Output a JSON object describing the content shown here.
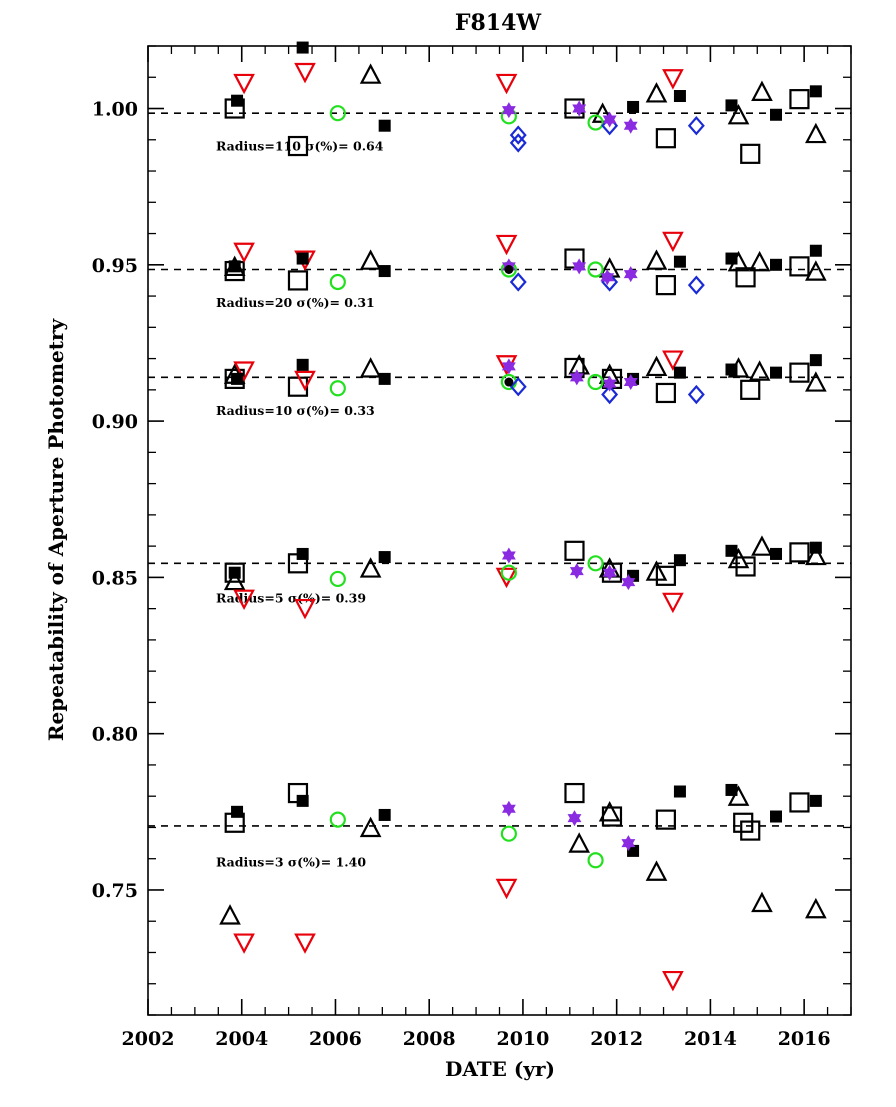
{
  "chart_data": {
    "type": "scatter",
    "title": "F814W",
    "xlabel": "DATE (yr)",
    "ylabel": "Repeatability of Aperture Photometry",
    "xlim": [
      2002,
      2017
    ],
    "ylim": [
      0.71,
      1.02
    ],
    "x_ticks": [
      2002,
      2004,
      2006,
      2008,
      2010,
      2012,
      2014,
      2016
    ],
    "x_tick_labels": [
      "2002",
      "2004",
      "2006",
      "2008",
      "2010",
      "2012",
      "2014",
      "2016"
    ],
    "y_ticks": [
      0.75,
      0.8,
      0.85,
      0.9,
      0.95,
      1.0
    ],
    "y_tick_labels": [
      "0.75",
      "0.80",
      "0.85",
      "0.90",
      "0.95",
      "1.00"
    ],
    "grid": false,
    "marker_colors": {
      "filled_square": "#000000",
      "open_square": "#000000",
      "open_triangle": "#000000",
      "down_triangle": "#e8000b",
      "circle": "#22e01e",
      "star": "#8a2be2",
      "diamond": "#1a2bd6",
      "filled_circle": "#000000"
    },
    "reference_lines": [
      {
        "y": 0.9985,
        "annotation": "Radius=110 σ(%)= 0.64",
        "label_x": 2003.45,
        "label_y": 0.9865
      },
      {
        "y": 0.9485,
        "annotation": "Radius=20 σ(%)= 0.31",
        "label_x": 2003.45,
        "label_y": 0.9365
      },
      {
        "y": 0.914,
        "annotation": "Radius=10 σ(%)= 0.33",
        "label_x": 2003.45,
        "label_y": 0.902
      },
      {
        "y": 0.8545,
        "annotation": "Radius=5 σ(%)= 0.39",
        "label_x": 2003.45,
        "label_y": 0.842
      },
      {
        "y": 0.7705,
        "annotation": "Radius=3 σ(%)= 1.40",
        "label_x": 2003.45,
        "label_y": 0.7575
      }
    ],
    "series": [
      {
        "marker": "filled_square",
        "x": [
          2003.9,
          2005.3,
          2007.05,
          2012.35,
          2013.35,
          2014.45,
          2015.4,
          2016.25,
          2003.85,
          2005.3,
          2007.05,
          2013.35,
          2014.45,
          2015.4,
          2016.25,
          2003.9,
          2005.3,
          2007.05,
          2012.35,
          2013.35,
          2014.45,
          2015.4,
          2016.25,
          2003.85,
          2005.3,
          2007.05,
          2012.35,
          2013.35,
          2014.45,
          2015.4,
          2016.25,
          2003.9,
          2005.3,
          2007.05,
          2012.35,
          2013.35,
          2014.45,
          2015.4,
          2016.25
        ],
        "y": [
          1.0025,
          1.0195,
          0.9945,
          1.0005,
          1.004,
          1.001,
          0.998,
          1.0055,
          0.9495,
          0.952,
          0.948,
          0.951,
          0.952,
          0.95,
          0.9545,
          0.9135,
          0.918,
          0.9135,
          0.9135,
          0.9155,
          0.9165,
          0.9155,
          0.9195,
          0.8515,
          0.8575,
          0.8565,
          0.8505,
          0.8555,
          0.8585,
          0.8575,
          0.8595,
          0.775,
          0.7785,
          0.774,
          0.7625,
          0.7815,
          0.782,
          0.7735,
          0.7785
        ]
      },
      {
        "marker": "open_square",
        "x": [
          2003.85,
          2005.2,
          2011.1,
          2013.05,
          2014.85,
          2015.9,
          2003.85,
          2005.2,
          2011.1,
          2013.05,
          2014.75,
          2015.9,
          2003.85,
          2005.2,
          2011.1,
          2011.9,
          2013.05,
          2014.85,
          2015.9,
          2003.85,
          2005.2,
          2011.1,
          2011.9,
          2013.05,
          2014.75,
          2015.9,
          2003.85,
          2005.2,
          2011.1,
          2011.9,
          2013.05,
          2014.7,
          2014.85,
          2015.9
        ],
        "y": [
          1.0,
          0.988,
          1.0,
          0.9905,
          0.9855,
          1.003,
          0.948,
          0.945,
          0.952,
          0.9435,
          0.946,
          0.9495,
          0.9135,
          0.911,
          0.917,
          0.9135,
          0.909,
          0.91,
          0.9155,
          0.8515,
          0.8545,
          0.8585,
          0.8515,
          0.8505,
          0.8535,
          0.858,
          0.7715,
          0.781,
          0.781,
          0.7735,
          0.7725,
          0.7715,
          0.769,
          0.778
        ]
      },
      {
        "marker": "open_triangle",
        "x": [
          2006.75,
          2011.7,
          2012.85,
          2014.6,
          2015.1,
          2016.25,
          2003.85,
          2006.75,
          2011.85,
          2012.85,
          2014.6,
          2015.05,
          2016.25,
          2003.85,
          2006.75,
          2011.2,
          2011.85,
          2012.85,
          2014.6,
          2015.05,
          2016.25,
          2003.85,
          2006.75,
          2011.85,
          2012.85,
          2014.6,
          2015.1,
          2016.25,
          2003.75,
          2006.75,
          2011.2,
          2011.85,
          2012.85,
          2014.6,
          2015.1,
          2016.25
        ],
        "y": [
          1.0105,
          0.998,
          1.0045,
          0.9975,
          1.005,
          0.9915,
          0.949,
          0.951,
          0.9485,
          0.951,
          0.9505,
          0.9505,
          0.9475,
          0.9145,
          0.9165,
          0.9175,
          0.9145,
          0.917,
          0.9165,
          0.9155,
          0.912,
          0.8485,
          0.8525,
          0.8525,
          0.8515,
          0.8555,
          0.8595,
          0.8565,
          0.7415,
          0.7695,
          0.7645,
          0.7745,
          0.7555,
          0.7795,
          0.7455,
          0.7435
        ]
      },
      {
        "marker": "down_triangle",
        "x": [
          2004.05,
          2005.35,
          2009.65,
          2013.2,
          2004.05,
          2005.35,
          2009.65,
          2013.2,
          2004.05,
          2005.35,
          2009.65,
          2013.2,
          2004.05,
          2005.35,
          2009.65,
          2013.2,
          2004.05,
          2005.35,
          2009.65,
          2013.2
        ],
        "y": [
          1.0085,
          1.012,
          1.0085,
          1.01,
          0.9545,
          0.952,
          0.957,
          0.958,
          0.9165,
          0.9135,
          0.9185,
          0.92,
          0.8435,
          0.8405,
          0.8505,
          0.8425,
          0.7335,
          0.7335,
          0.751,
          0.7215
        ]
      },
      {
        "marker": "circle",
        "x": [
          2006.05,
          2009.7,
          2011.55,
          2006.05,
          2009.7,
          2011.55,
          2006.05,
          2009.7,
          2011.55,
          2006.05,
          2009.7,
          2011.55,
          2006.05,
          2009.7,
          2011.55
        ],
        "y": [
          0.9985,
          0.9975,
          0.9955,
          0.9445,
          0.9485,
          0.9485,
          0.9105,
          0.9125,
          0.9125,
          0.8495,
          0.8515,
          0.8545,
          0.7725,
          0.768,
          0.7595
        ]
      },
      {
        "marker": "star",
        "x": [
          2009.7,
          2011.2,
          2011.85,
          2012.3,
          2009.7,
          2011.2,
          2011.8,
          2012.3,
          2009.7,
          2011.15,
          2011.85,
          2012.3,
          2009.7,
          2011.15,
          2011.85,
          2012.25,
          2009.7,
          2011.1,
          2012.25
        ],
        "y": [
          0.9995,
          1.0,
          0.9965,
          0.9945,
          0.9495,
          0.9495,
          0.946,
          0.947,
          0.9175,
          0.914,
          0.912,
          0.9125,
          0.857,
          0.852,
          0.8515,
          0.8485,
          0.776,
          0.773,
          0.765
        ]
      },
      {
        "marker": "diamond",
        "x": [
          2009.9,
          2009.9,
          2011.85,
          2013.7,
          2009.9,
          2011.85,
          2013.7,
          2009.9,
          2011.85,
          2013.7
        ],
        "y": [
          0.9915,
          0.989,
          0.9945,
          0.9945,
          0.9445,
          0.9445,
          0.9435,
          0.911,
          0.9085,
          0.9085
        ]
      },
      {
        "marker": "filled_circle",
        "x": [
          2009.7,
          2009.7
        ],
        "y": [
          0.9485,
          0.9125
        ]
      }
    ]
  }
}
